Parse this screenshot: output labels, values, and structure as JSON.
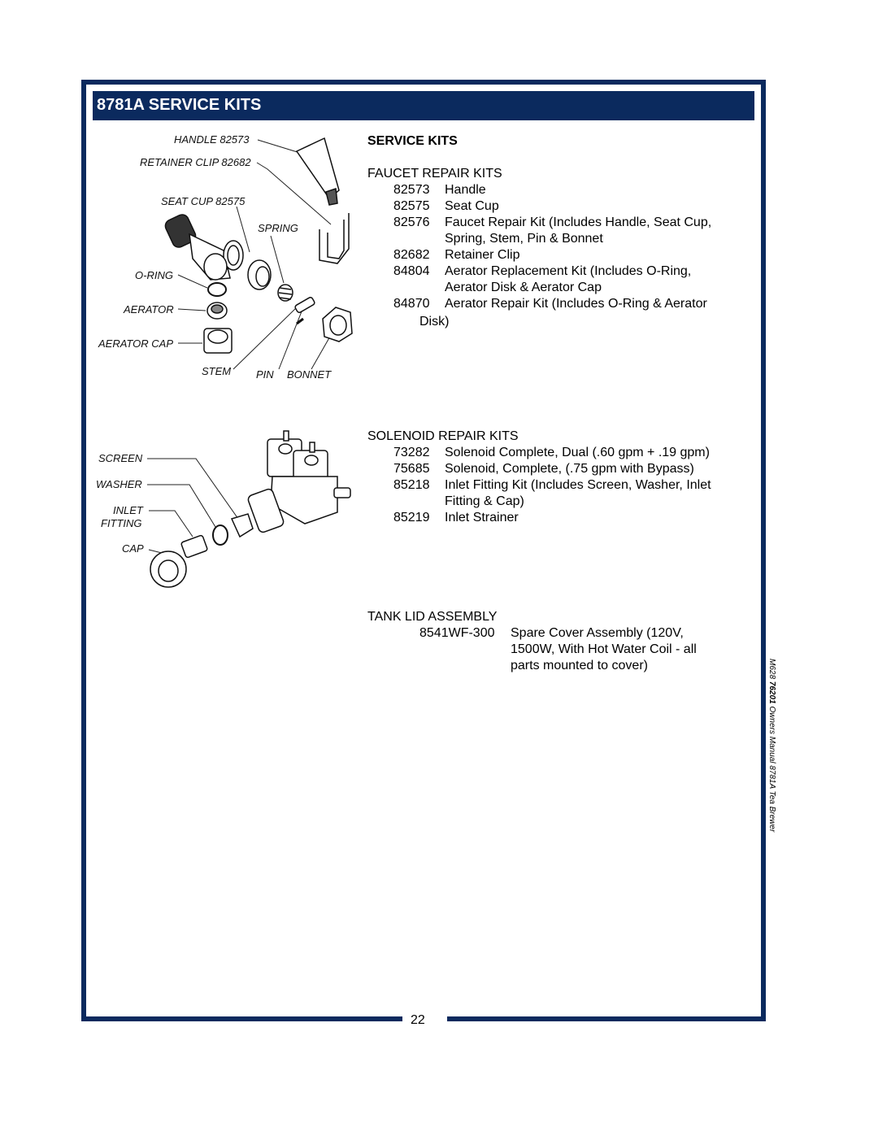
{
  "header": {
    "title": "8781A SERVICE KITS"
  },
  "footer": {
    "page_number": "22",
    "side_note_prefix": "M628 ",
    "side_note_bold": "76201",
    "side_note_rest": " Owners Manual 8781A Tea Brewer"
  },
  "main": {
    "heading": "SERVICE KITS",
    "faucet": {
      "title": "FAUCET REPAIR KITS",
      "items": [
        {
          "code": "82573",
          "desc_lines": [
            "Handle"
          ]
        },
        {
          "code": "82575",
          "desc_lines": [
            "Seat Cup"
          ]
        },
        {
          "code": "82576",
          "desc_lines": [
            "Faucet Repair Kit (Includes Handle, Seat Cup,",
            "Spring, Stem, Pin & Bonnet"
          ]
        },
        {
          "code": "82682",
          "desc_lines": [
            "Retainer Clip"
          ]
        },
        {
          "code": "84804",
          "desc_lines": [
            "Aerator Replacement Kit (Includes O-Ring,",
            "Aerator Disk & Aerator Cap"
          ]
        },
        {
          "code": "84870",
          "desc_lines": [
            "Aerator Repair Kit (Includes O-Ring & Aerator"
          ]
        }
      ],
      "wrap_line": "Disk)"
    },
    "solenoid": {
      "title": "SOLENOID REPAIR KITS",
      "items": [
        {
          "code": "73282",
          "desc_lines": [
            "Solenoid Complete, Dual (.60 gpm + .19 gpm)"
          ]
        },
        {
          "code": "75685",
          "desc_lines": [
            "Solenoid, Complete, (.75 gpm with Bypass)"
          ]
        },
        {
          "code": "85218",
          "desc_lines": [
            "Inlet Fitting Kit (Includes Screen, Washer, Inlet",
            "Fitting & Cap)"
          ]
        },
        {
          "code": "85219",
          "desc_lines": [
            "Inlet Strainer"
          ]
        }
      ]
    },
    "tank": {
      "title": "TANK LID ASSEMBLY",
      "code": "8541WF-300",
      "desc_lines": [
        "Spare Cover Assembly (120V,",
        "1500W, With Hot Water Coil - all",
        "parts mounted to cover)"
      ]
    }
  },
  "diagram_faucet": {
    "labels": {
      "handle": "HANDLE  82573",
      "retainer": "RETAINER CLIP  82682",
      "seat_cup": "SEAT CUP  82575",
      "spring": "SPRING",
      "o_ring": "O-RING",
      "aerator": "AERATOR",
      "aerator_cap": "AERATOR CAP",
      "stem": "STEM",
      "pin": "PIN",
      "bonnet": "BONNET"
    }
  },
  "diagram_solenoid": {
    "labels": {
      "screen": "SCREEN",
      "washer": "WASHER",
      "inlet": "INLET",
      "fitting": "FITTING",
      "cap": "CAP"
    }
  }
}
